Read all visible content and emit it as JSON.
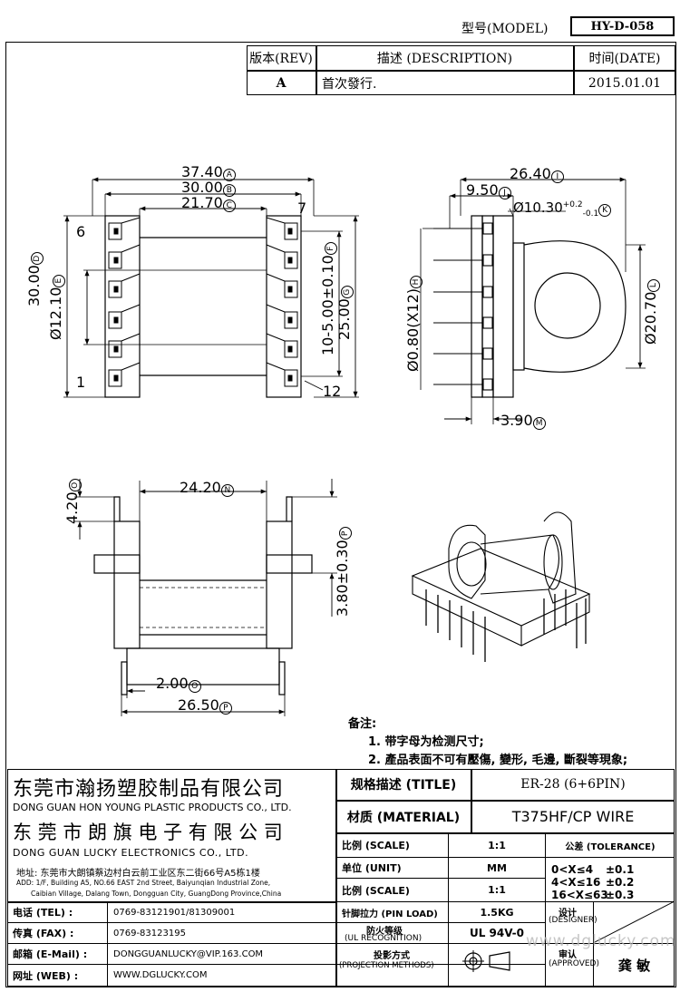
{
  "header": {
    "model_label": "型号(MODEL)",
    "model_value": "HY-D-058",
    "rev_label": "版本(REV)",
    "desc_label": "描述 (DESCRIPTION)",
    "date_label": "时间(DATE)",
    "rev_value": "A",
    "desc_value": "首次發行.",
    "date_value": "2015.01.01"
  },
  "dims": {
    "top_37": "37.40",
    "top_30": "30.00",
    "top_217": "21.70",
    "left_30": "30.00",
    "left_12": "Ø12.10",
    "right_10": "10-5.00±0.10",
    "right_25": "25.00",
    "pin_6": "6",
    "pin_7": "7",
    "pin_1": "1",
    "pin_12": "12",
    "side_264": "26.40",
    "side_95": "9.50",
    "side_103": "Ø10.30",
    "side_103_tol_up": "+0.2",
    "side_103_tol_dn": "-0.1",
    "side_08": "Ø0.80(X12)",
    "side_207": "Ø20.70",
    "side_39": "3.90",
    "front_242": "24.20",
    "front_42": "4.20",
    "front_38": "3.80±0.30",
    "front_20": "2.00",
    "front_265": "26.50",
    "circle_A": "A",
    "circle_B": "B",
    "circle_C": "C",
    "circle_D": "D",
    "circle_E": "E",
    "circle_F": "F",
    "circle_G": "G",
    "circle_H": "H",
    "circle_I": "I",
    "circle_J": "J",
    "circle_K": "K",
    "circle_L": "L",
    "circle_M": "M",
    "circle_N": "N",
    "circle_O": "O",
    "circle_P": "P"
  },
  "notes": {
    "title": "备注:",
    "n1": "1. 带字母为检测尺寸;",
    "n2": "2. 產品表面不可有壓傷, 變形, 毛邊, 斷裂等現象;"
  },
  "company": {
    "name1_cn": "东莞市瀚扬塑胶制品有限公司",
    "name1_en": "DONG GUAN HON YOUNG PLASTIC PRODUCTS CO., LTD.",
    "name2_cn": "东 莞 市 朗 旗 电 子 有 限 公 司",
    "name2_en": "DONG GUAN LUCKY ELECTRONICS CO., LTD.",
    "addr_cn": "地址: 东莞市大朗镇蔡边村白云前工业区东二街66号A5栋1楼",
    "addr_en1": "ADD: 1/F, Building A5, NO.66 EAST 2nd Street, Baiyunqian Industrial Zone,",
    "addr_en2": "Caibian Village, Dalang Town, Dongguan City, GuangDong Province,China",
    "tel_label": "电话 (TEL) :",
    "tel_value": "0769-83121901/81309001",
    "fax_label": "传真 (FAX) :",
    "fax_value": "0769-83123195",
    "mail_label": "邮箱 (E-Mail) :",
    "mail_value": "DONGGUANLUCKY@VIP.163.COM",
    "web_label": "网址 (WEB) :",
    "web_value": "WWW.DGLUCKY.COM"
  },
  "spec": {
    "title_label": "规格描述 (TITLE)",
    "title_value": "ER-28 (6+6PIN)",
    "material_label": "材质 (MATERIAL)",
    "material_value": "T375HF/CP WIRE",
    "scale_label": "比例 (SCALE)",
    "scale_value": "1:1",
    "tol_label": "公差 (TOLERANCE)",
    "unit_label": "单位 (UNIT)",
    "unit_value": "MM",
    "tol1_range": "0<X≤4",
    "tol1_val": "±0.1",
    "tol2_range": "4<X≤16",
    "tol2_val": "±0.2",
    "tol3_range": "16<X≤63",
    "tol3_val": "±0.3",
    "scale2_label": "比例 (SCALE)",
    "scale2_value": "1:1",
    "pin_label": "针脚拉力 (PIN LOAD)",
    "pin_value": "1.5KG",
    "ul_label1": "防火等级",
    "ul_label2": "(UL RECOGNITION)",
    "ul_value": "UL 94V-0",
    "designer_label1": "设计",
    "designer_label2": "(DESIGNER)",
    "approved_label1": "审认",
    "approved_label2": "(APPROVED)",
    "approved_value": "龚 敏",
    "proj_label1": "投影方式",
    "proj_label2": "(PROJECTION METHODS)",
    "watermark": "www.dglucky.com"
  }
}
